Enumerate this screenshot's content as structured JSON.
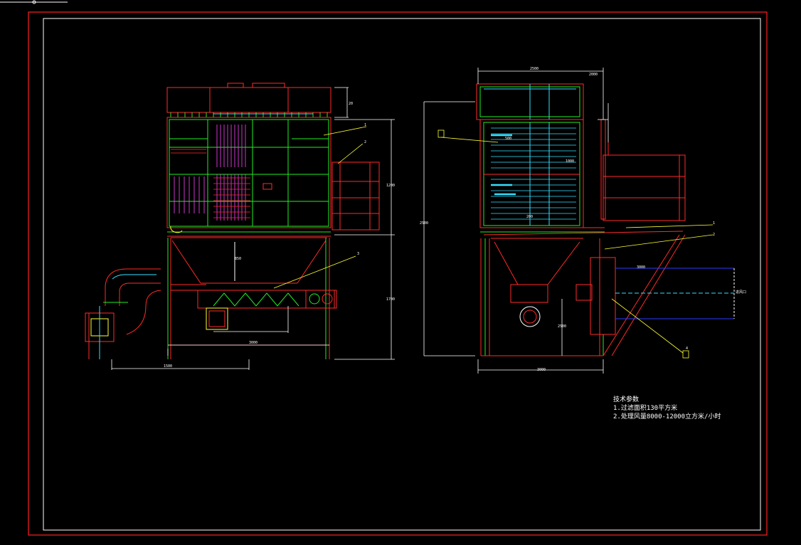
{
  "drawing": {
    "frame_color": "#ff2020",
    "inner_border_color": "#ffffff",
    "line_colors": {
      "red": "#ff2a2a",
      "green": "#22ee22",
      "cyan": "#33e0ff",
      "white": "#ffffff",
      "yellow": "#ffff33",
      "blue": "#2a3cff",
      "magenta": "#ff44ff"
    }
  },
  "left_view": {
    "dimensions": [
      "20",
      "1200",
      "1700",
      "850",
      "3000",
      "1500"
    ],
    "leader_labels": [
      "1",
      "2",
      "3"
    ]
  },
  "right_view": {
    "dimensions": [
      "2500",
      "2000",
      "2500",
      "500",
      "1000",
      "200",
      "3000",
      "2500",
      "3000"
    ],
    "leader_labels": [
      "1",
      "2",
      "4"
    ],
    "inlet_label": "进风口"
  },
  "technical_notes": {
    "title": "技术参数",
    "line1": "1.过滤面积130平方米",
    "line2": "2.处理风量8000-12000立方米/小时"
  }
}
